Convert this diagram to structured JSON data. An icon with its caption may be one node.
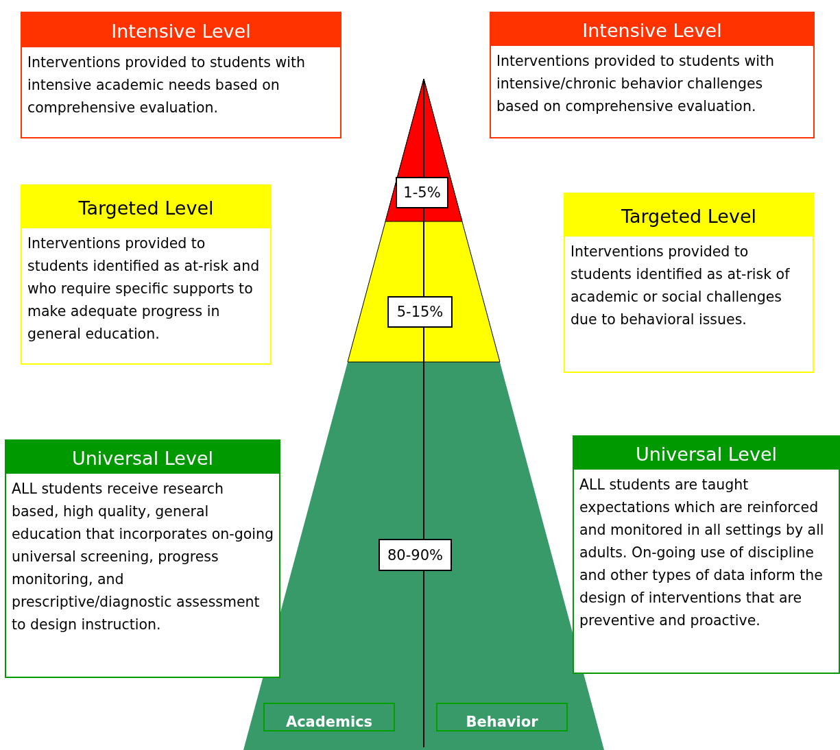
{
  "diagram": {
    "nodes": [
      {
        "text": [
          "Intensive Level",
          "Interventions provided to students with intensive academic needs based on comprehensive evaluation."
        ]
      },
      {
        "text": [
          "Intensive Level",
          "Interventions provided to students with intensive/chronic behavior challenges based on comprehensive evaluation."
        ]
      },
      {
        "text": [
          "1-5%"
        ]
      },
      {
        "text": [
          "Targeted Level",
          "Interventions provided to students identified as at-risk and who require specific supports to make adequate progress in general education."
        ]
      },
      {
        "text": [
          "Targeted Level",
          "Interventions provided to students identified as at-risk of academic or social challenges due to behavioral issues."
        ]
      },
      {
        "text": [
          "5-15%"
        ]
      },
      {
        "text": [
          "Universal Level",
          "ALL students receive research based, high quality, general education that incorporates on-going universal screening, progress monitoring, and prescriptive/diagnostic assessment to design instruction."
        ]
      },
      {
        "text": [
          "80-90%"
        ]
      },
      {
        "text": [
          "Universal Level",
          "ALL students are taught expectations which are reinforced and monitored in all settings by all adults. On-going use of discipline and other types of data inform the design of interventions that are preventive and proactive."
        ]
      },
      {
        "text": [
          "Academics"
        ]
      },
      {
        "text": [
          "Behavior"
        ]
      }
    ]
  }
}
